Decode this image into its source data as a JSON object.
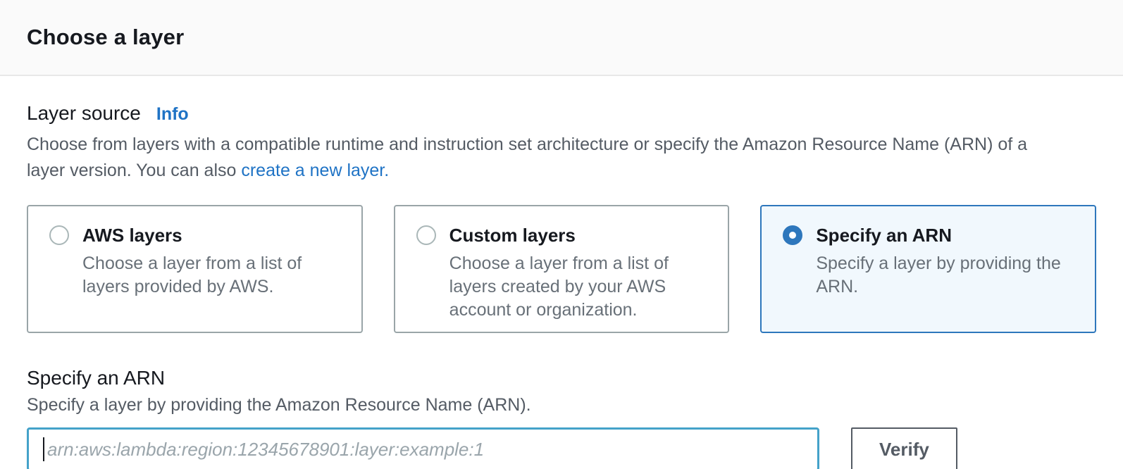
{
  "header": {
    "title": "Choose a layer"
  },
  "layer_source": {
    "label": "Layer source",
    "info_label": "Info",
    "description_text": "Choose from layers with a compatible runtime and instruction set architecture or specify the Amazon Resource Name (ARN) of a layer version. You can also ",
    "description_link": "create a new layer.",
    "options": [
      {
        "title": "AWS layers",
        "description": "Choose a layer from a list of layers provided by AWS.",
        "selected": false
      },
      {
        "title": "Custom layers",
        "description": "Choose a layer from a list of layers created by your AWS account or organization.",
        "selected": false
      },
      {
        "title": "Specify an ARN",
        "description": "Specify a layer by providing the ARN.",
        "selected": true
      }
    ]
  },
  "arn_section": {
    "label": "Specify an ARN",
    "description": "Specify a layer by providing the Amazon Resource Name (ARN).",
    "input_value": "",
    "input_placeholder": "arn:aws:lambda:region:12345678901:layer:example:1",
    "verify_button_label": "Verify"
  },
  "colors": {
    "link_blue": "#1f73c5",
    "selected_border": "#2e77bc",
    "selected_background": "#f1f8fd",
    "input_focus_border": "#44a2c9",
    "card_border": "#9aa5a8",
    "button_border": "#545b64",
    "text_dark": "#16191f",
    "text_gray": "#545b64",
    "header_background": "#fafafa"
  }
}
